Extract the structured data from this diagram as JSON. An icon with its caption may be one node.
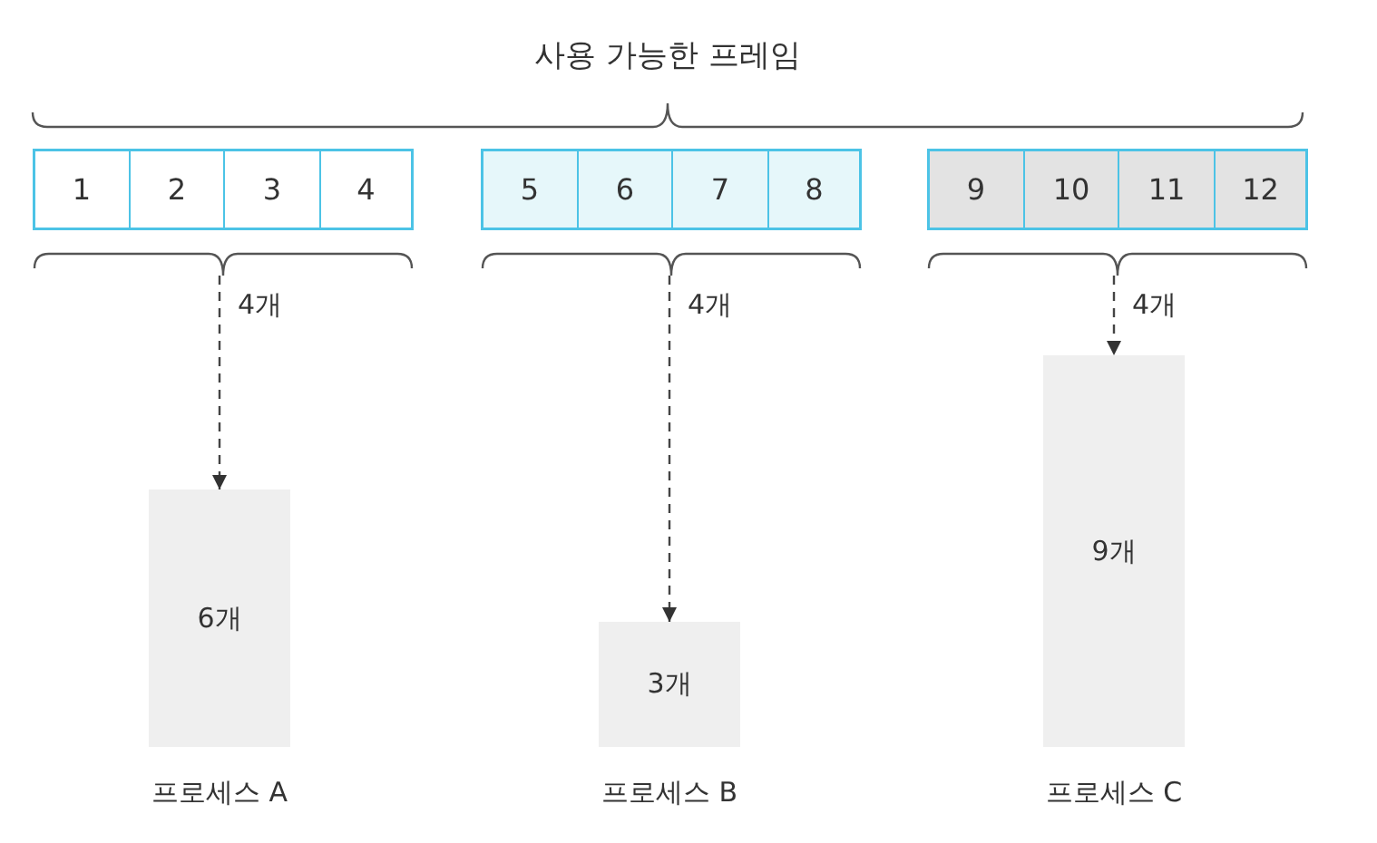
{
  "diagram": {
    "title": "사용 가능한 프레임",
    "nodes": [
      {
        "text": [],
        "shape": "box"
      },
      {
        "text": [
          "1"
        ],
        "in": 0
      },
      {
        "text": [
          "2"
        ],
        "in": 0
      },
      {
        "text": [
          "3"
        ],
        "in": 0
      },
      {
        "text": [
          "4"
        ],
        "in": 0
      },
      {
        "text": [],
        "shape": "box"
      },
      {
        "text": [
          "5"
        ],
        "in": 5
      },
      {
        "text": [
          "6"
        ],
        "in": 5
      },
      {
        "text": [
          "7"
        ],
        "in": 5
      },
      {
        "text": [
          "8"
        ],
        "in": 5
      },
      {
        "text": [],
        "shape": "box"
      },
      {
        "text": [
          "9"
        ],
        "in": 10
      },
      {
        "text": [
          "10"
        ],
        "in": 10
      },
      {
        "text": [
          "11"
        ],
        "in": 10
      },
      {
        "text": [
          "12"
        ],
        "in": 10
      },
      {
        "text": [
          "6개"
        ],
        "beside": [
          "프로세스 A"
        ]
      },
      {
        "text": [
          "3개"
        ],
        "beside": [
          "프로세스 B"
        ]
      },
      {
        "text": [
          "9개"
        ],
        "beside": [
          "프로세스 C"
        ]
      }
    ],
    "edges": [
      {
        "from": 0,
        "to": 15,
        "arrow": "to",
        "label": "4개",
        "style": "dashed"
      },
      {
        "from": 5,
        "to": 16,
        "arrow": "to",
        "label": "4개",
        "style": "dashed"
      },
      {
        "from": 10,
        "to": 17,
        "arrow": "to",
        "label": "4개",
        "style": "dashed"
      }
    ]
  }
}
